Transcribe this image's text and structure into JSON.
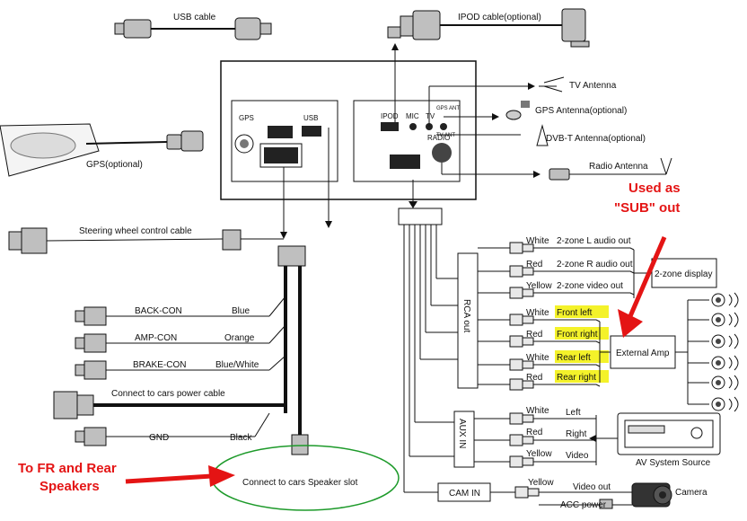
{
  "labels": {
    "usb_cable": "USB cable",
    "ipod_cable": "IPOD cable(optional)",
    "tv_antenna": "TV Antenna",
    "gps_antenna": "GPS Antenna(optional)",
    "dvbt_antenna": "DVB-T Antenna(optional)",
    "radio_antenna": "Radio Antenna",
    "gps_optional": "GPS(optional)",
    "steering": "Steering wheel control cable",
    "back_con": "BACK-CON",
    "back_con_color": "Blue",
    "amp_con": "AMP-CON",
    "amp_con_color": "Orange",
    "brake_con": "BRAKE-CON",
    "brake_con_color": "Blue/White",
    "power_cable": "Connect to cars power cable",
    "gnd": "GND",
    "gnd_color": "Black",
    "speaker_slot": "Connect to cars Speaker slot",
    "rca_out": "RCA out",
    "aux_in": "AUX IN",
    "cam_in": "CAM IN",
    "zone_display": "2-zone display",
    "external_amp": "External Amp",
    "av_source": "AV System Source",
    "camera": "Camera",
    "video_out": "Video out",
    "acc_power": "ACC power"
  },
  "panel": {
    "gps": "GPS",
    "usb": "USB",
    "ipod": "IPOD",
    "mic": "MIC",
    "tv": "TV",
    "gps_ant": "GPS ANT",
    "tv_ant": "TV ANT",
    "radio": "RADIO"
  },
  "rca_outputs": [
    {
      "color": "White",
      "label": "2-zone L audio out"
    },
    {
      "color": "Red",
      "label": "2-zone R audio out"
    },
    {
      "color": "Yellow",
      "label": "2-zone video out"
    },
    {
      "color": "White",
      "label": "Front left"
    },
    {
      "color": "Red",
      "label": "Front right"
    },
    {
      "color": "White",
      "label": "Rear left"
    },
    {
      "color": "Red",
      "label": "Rear right"
    }
  ],
  "aux_inputs": [
    {
      "color": "White",
      "label": "Left"
    },
    {
      "color": "Red",
      "label": "Right"
    },
    {
      "color": "Yellow",
      "label": "Video"
    }
  ],
  "cam_input": {
    "color": "Yellow"
  },
  "annotations": {
    "sub_line1": "Used as",
    "sub_line2": "\"SUB\" out",
    "speakers_line1": "To FR and Rear",
    "speakers_line2": "Speakers"
  },
  "colors": {
    "annotation": "#e41414",
    "highlight": "#f4f22a",
    "ink": "#111111"
  }
}
